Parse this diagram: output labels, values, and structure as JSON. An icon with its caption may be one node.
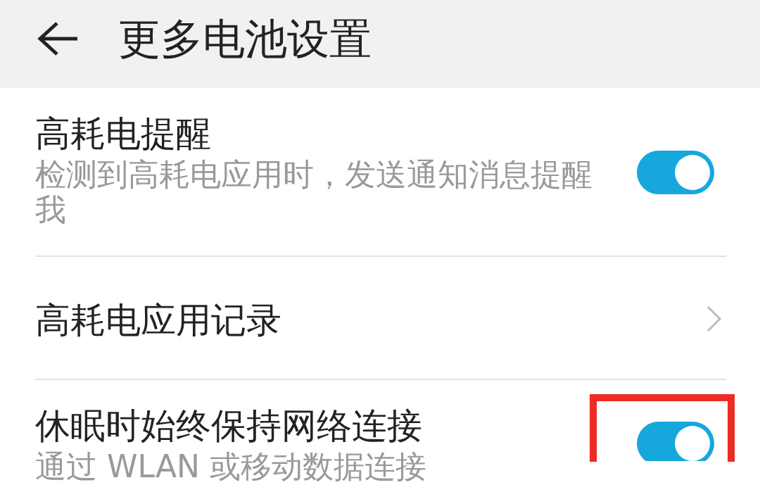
{
  "diagram": {
    "title": "更多电池设置",
    "nodes": [
      {
        "text": [
          "高耗电提醒",
          "检测到高耗电应用时，发送通知消息提醒我"
        ]
      },
      {
        "text": [
          "高耗电应用记录"
        ]
      },
      {
        "text": [
          "休眠时始终保持网络连接",
          "通过 WLAN 或移动数据连接"
        ]
      }
    ]
  }
}
